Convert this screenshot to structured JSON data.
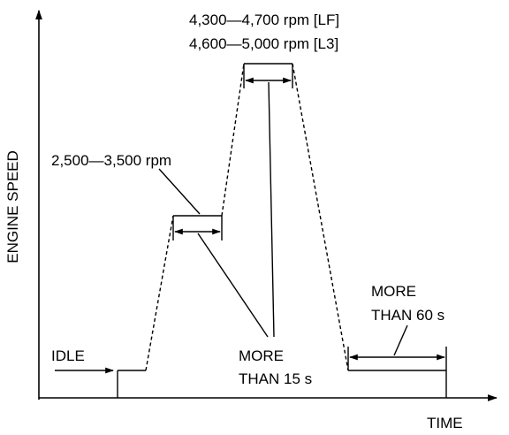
{
  "axes": {
    "y_label": "ENGINE SPEED",
    "x_label": "TIME"
  },
  "labels": {
    "top_rpm_lf": "4,300—4,700 rpm [LF]",
    "top_rpm_l3": "4,600—5,000 rpm [L3]",
    "mid_rpm": "2,500—3,500 rpm",
    "idle": "IDLE",
    "more_than_15_line1": "MORE",
    "more_than_15_line2": "THAN 15 s",
    "more_than_60_line1": "MORE",
    "more_than_60_line2": "THAN 60 s"
  }
}
